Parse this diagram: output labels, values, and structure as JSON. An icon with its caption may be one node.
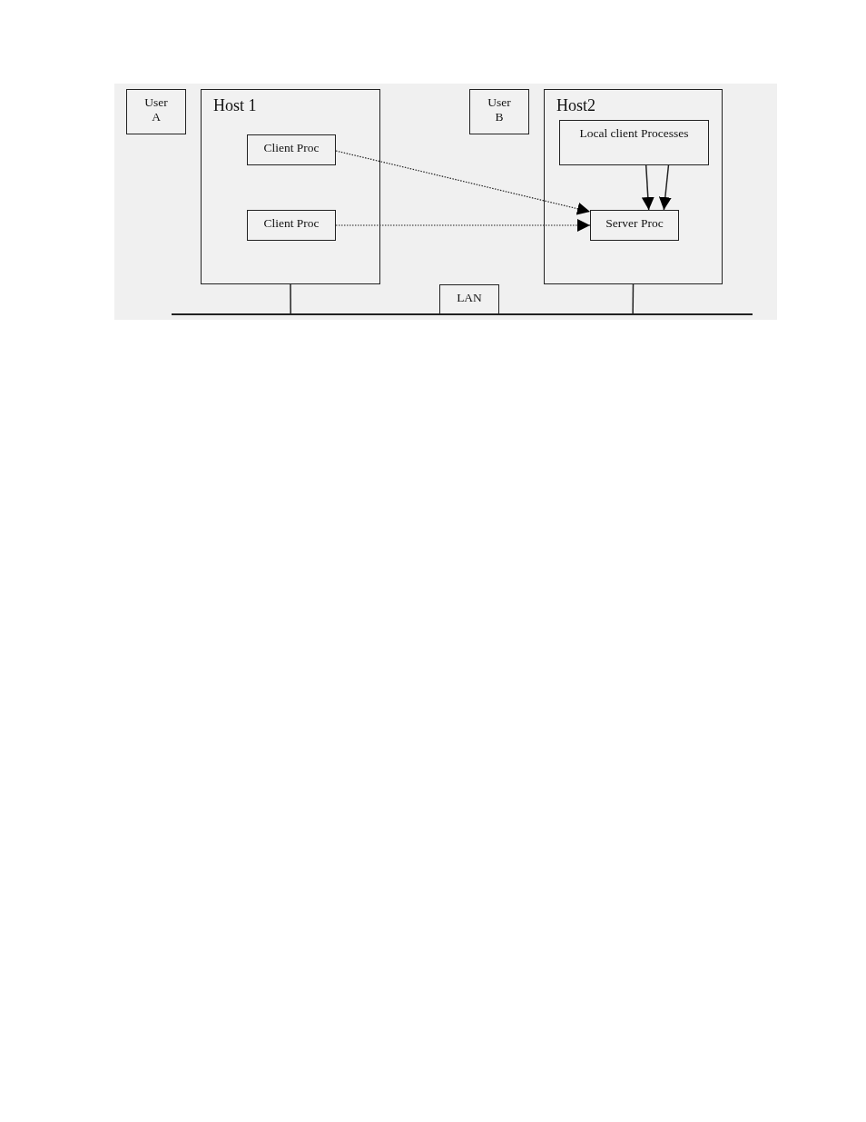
{
  "diagram": {
    "nodes": [
      {
        "text": [
          "User A"
        ]
      },
      {
        "text": [
          "Host 1"
        ]
      },
      {
        "text": [
          "Client Proc"
        ],
        "in": 1
      },
      {
        "text": [
          "Client Proc"
        ],
        "in": 1
      },
      {
        "text": [
          "User B"
        ]
      },
      {
        "text": [
          "Host2"
        ]
      },
      {
        "text": [
          "Local client Processes"
        ],
        "in": 5
      },
      {
        "text": [
          "Server Proc"
        ],
        "in": 5
      },
      {
        "text": [
          "LAN"
        ]
      },
      {
        "text": [],
        "shape": "bar"
      }
    ],
    "edges": [
      {
        "from": 2,
        "to": 7,
        "arrow": "to",
        "style": "dashed"
      },
      {
        "from": 3,
        "to": 7,
        "arrow": "to",
        "style": "dashed"
      },
      {
        "from": 6,
        "to": 7,
        "arrow": "to"
      },
      {
        "from": 6,
        "to": 7,
        "arrow": "to"
      },
      {
        "from": 1,
        "to": 9,
        "arrow": "none"
      },
      {
        "from": 5,
        "to": 9,
        "arrow": "none"
      }
    ]
  }
}
